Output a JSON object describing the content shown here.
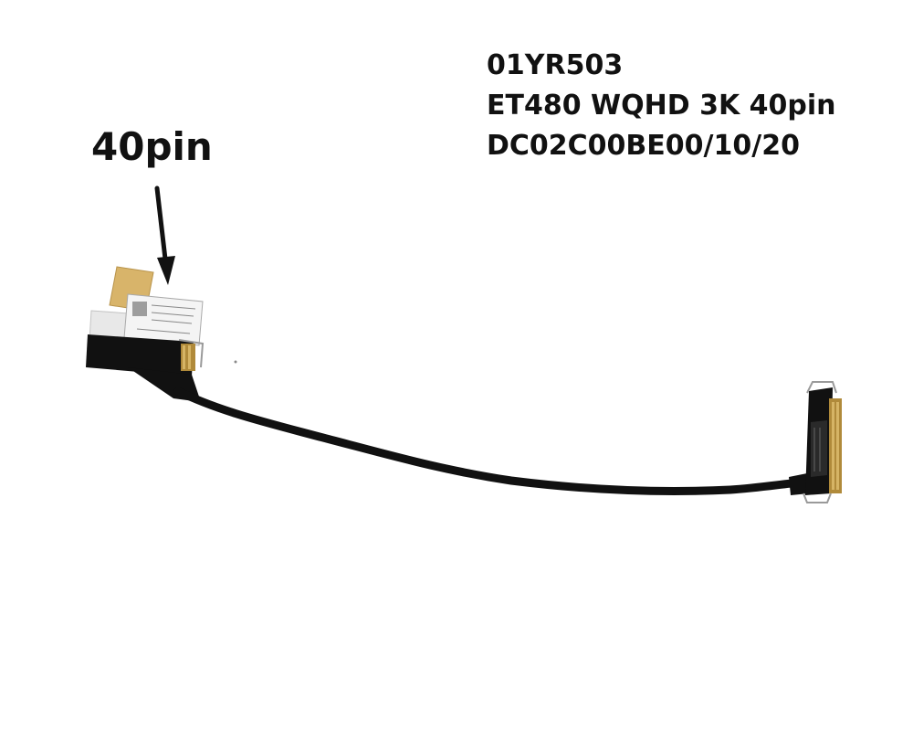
{
  "product": {
    "part_number": "01YR503",
    "model_spec": "ET480 WQHD 3K 40pin",
    "codes": "DC02C00BE00/10/20"
  },
  "callout": {
    "label": "40pin"
  },
  "colors": {
    "background": "#ffffff",
    "cable": "#111111",
    "gold_contact": "#b08a3a",
    "tape": "#d8b46a"
  }
}
